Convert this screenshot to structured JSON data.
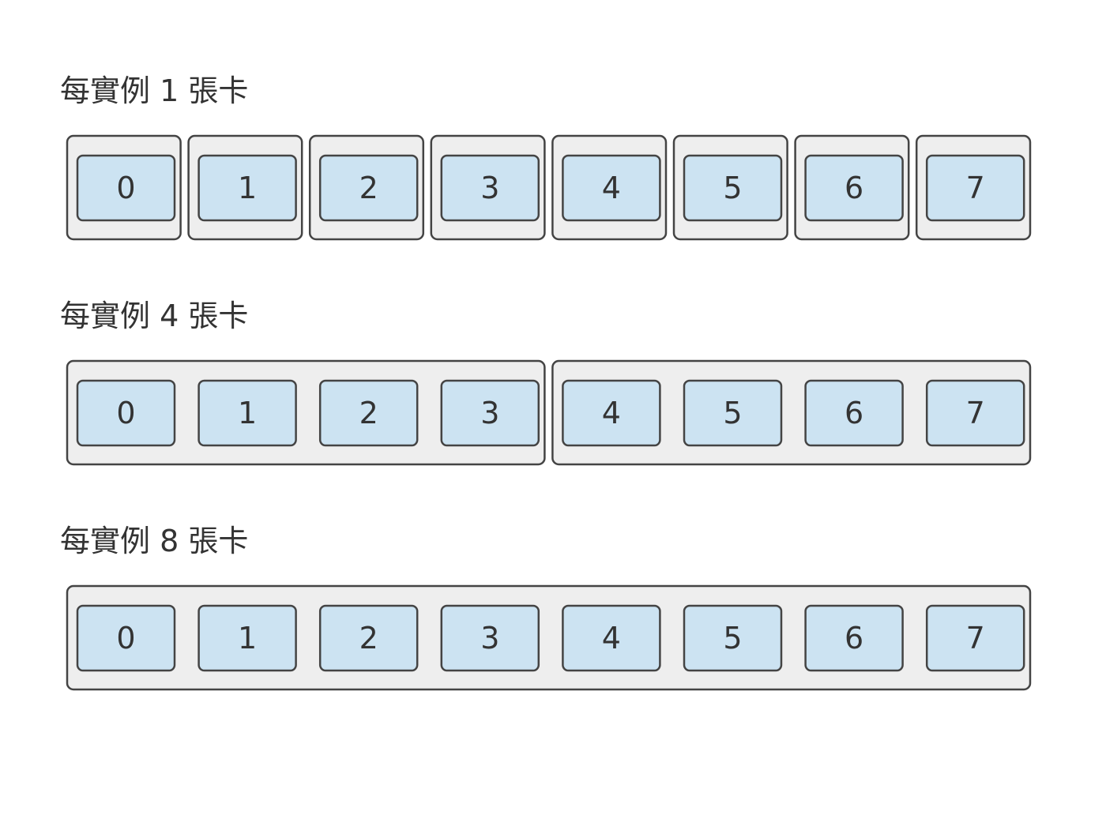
{
  "sections": [
    {
      "title": "每實例 1 張卡",
      "cards_per_instance": 1,
      "cards": [
        "0",
        "1",
        "2",
        "3",
        "4",
        "5",
        "6",
        "7"
      ]
    },
    {
      "title": "每實例 4 張卡",
      "cards_per_instance": 4,
      "cards": [
        "0",
        "1",
        "2",
        "3",
        "4",
        "5",
        "6",
        "7"
      ]
    },
    {
      "title": "每實例 8 張卡",
      "cards_per_instance": 8,
      "cards": [
        "0",
        "1",
        "2",
        "3",
        "4",
        "5",
        "6",
        "7"
      ]
    }
  ],
  "colors": {
    "instance_fill": "#eeeeee",
    "card_fill": "#cce3f2",
    "stroke": "#444444",
    "text": "#333333"
  }
}
